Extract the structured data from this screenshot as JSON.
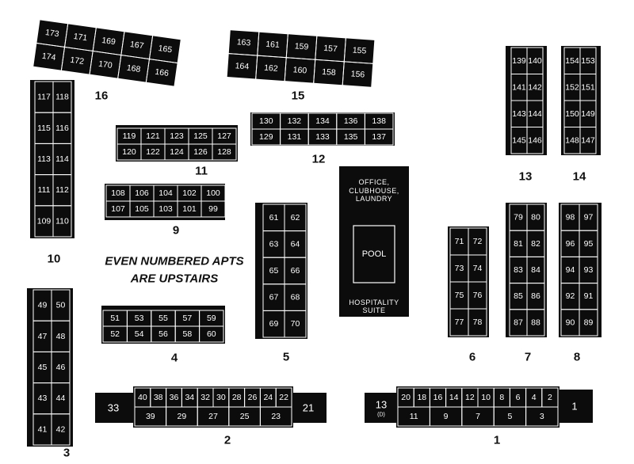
{
  "note": {
    "line1": "EVEN NUMBERED APTS",
    "line2": "ARE UPSTAIRS"
  },
  "office": {
    "line1": "OFFICE,",
    "line2": "CLUBHOUSE,",
    "line3": "LAUNDRY",
    "pool": "POOL",
    "suite1": "HOSPITALITY",
    "suite2": "SUITE"
  },
  "buildings": [
    {
      "id": "16",
      "label": "16",
      "rows": [
        [
          "173",
          "171",
          "169",
          "167",
          "165"
        ],
        [
          "174",
          "172",
          "170",
          "168",
          "166"
        ]
      ]
    },
    {
      "id": "15",
      "label": "15",
      "rows": [
        [
          "163",
          "161",
          "159",
          "157",
          "155"
        ],
        [
          "164",
          "162",
          "160",
          "158",
          "156"
        ]
      ]
    },
    {
      "id": "13",
      "label": "13",
      "rows": [
        [
          "139",
          "140"
        ],
        [
          "141",
          "142"
        ],
        [
          "143",
          "144"
        ],
        [
          "145",
          "146"
        ]
      ]
    },
    {
      "id": "14",
      "label": "14",
      "rows": [
        [
          "154",
          "153"
        ],
        [
          "152",
          "151"
        ],
        [
          "150",
          "149"
        ],
        [
          "148",
          "147"
        ]
      ]
    },
    {
      "id": "10",
      "label": "10",
      "rows": [
        [
          "117",
          "118"
        ],
        [
          "115",
          "116"
        ],
        [
          "113",
          "114"
        ],
        [
          "111",
          "112"
        ],
        [
          "109",
          "110"
        ]
      ]
    },
    {
      "id": "12",
      "label": "12",
      "rows": [
        [
          "130",
          "132",
          "134",
          "136",
          "138"
        ],
        [
          "129",
          "131",
          "133",
          "135",
          "137"
        ]
      ]
    },
    {
      "id": "11",
      "label": "11",
      "rows": [
        [
          "119",
          "121",
          "123",
          "125",
          "127"
        ],
        [
          "120",
          "122",
          "124",
          "126",
          "128"
        ]
      ]
    },
    {
      "id": "9",
      "label": "9",
      "rows": [
        [
          "108",
          "106",
          "104",
          "102",
          "100"
        ],
        [
          "107",
          "105",
          "103",
          "101",
          "99"
        ]
      ]
    },
    {
      "id": "5",
      "label": "5",
      "rows": [
        [
          "61",
          "62"
        ],
        [
          "63",
          "64"
        ],
        [
          "65",
          "66"
        ],
        [
          "67",
          "68"
        ],
        [
          "69",
          "70"
        ]
      ]
    },
    {
      "id": "6",
      "label": "6",
      "rows": [
        [
          "71",
          "72"
        ],
        [
          "73",
          "74"
        ],
        [
          "75",
          "76"
        ],
        [
          "77",
          "78"
        ]
      ]
    },
    {
      "id": "7",
      "label": "7",
      "rows": [
        [
          "79",
          "80"
        ],
        [
          "81",
          "82"
        ],
        [
          "83",
          "84"
        ],
        [
          "85",
          "86"
        ],
        [
          "87",
          "88"
        ]
      ]
    },
    {
      "id": "8",
      "label": "8",
      "rows": [
        [
          "98",
          "97"
        ],
        [
          "96",
          "95"
        ],
        [
          "94",
          "93"
        ],
        [
          "92",
          "91"
        ],
        [
          "90",
          "89"
        ]
      ]
    },
    {
      "id": "4",
      "label": "4",
      "rows": [
        [
          "51",
          "53",
          "55",
          "57",
          "59"
        ],
        [
          "52",
          "54",
          "56",
          "58",
          "60"
        ]
      ]
    },
    {
      "id": "3",
      "label": "3",
      "rows": [
        [
          "49",
          "50"
        ],
        [
          "47",
          "48"
        ],
        [
          "45",
          "46"
        ],
        [
          "43",
          "44"
        ],
        [
          "41",
          "42"
        ]
      ]
    },
    {
      "id": "2",
      "label": "2",
      "top": [
        "40",
        "38",
        "36",
        "34",
        "32",
        "30",
        "28",
        "26",
        "24",
        "22"
      ],
      "bottom": [
        "39",
        "29",
        "27",
        "25",
        "23"
      ],
      "left": "33",
      "right": "21"
    },
    {
      "id": "1",
      "label": "1",
      "top": [
        "20",
        "18",
        "16",
        "14",
        "12",
        "10",
        "8",
        "6",
        "4",
        "2"
      ],
      "bottom": [
        "11",
        "9",
        "7",
        "5",
        "3"
      ],
      "left": "13",
      "left_sub": "(D)",
      "right": "1"
    }
  ]
}
